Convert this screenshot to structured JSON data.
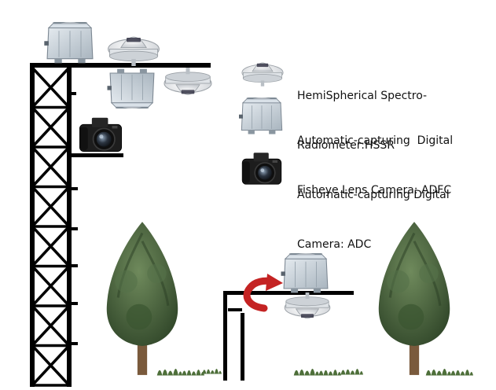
{
  "legend": {
    "hssr": {
      "line1": "HemiSpherical Spectro-",
      "line2": "Radiometer:HSSR",
      "icon": "hemispherical-radiometer-icon"
    },
    "adfc": {
      "line1": "Automatic-capturing  Digital",
      "line2": "Fisheye Lens Camera: ADFC",
      "icon": "fisheye-camera-box-icon"
    },
    "adc": {
      "line1": "Automatic-capturing Digital",
      "line2": "Camera: ADC",
      "icon": "dslr-camera-icon"
    }
  },
  "colors": {
    "tower": "#000000",
    "tree_foliage": "#3f5a34",
    "tree_trunk": "#7a5a3c",
    "camera_box": "#c9d2da",
    "radiometer": "#eef0f2",
    "camera_body": "#1a1a1a",
    "arrow": "#c42323",
    "grass": "#4e6f3a"
  }
}
